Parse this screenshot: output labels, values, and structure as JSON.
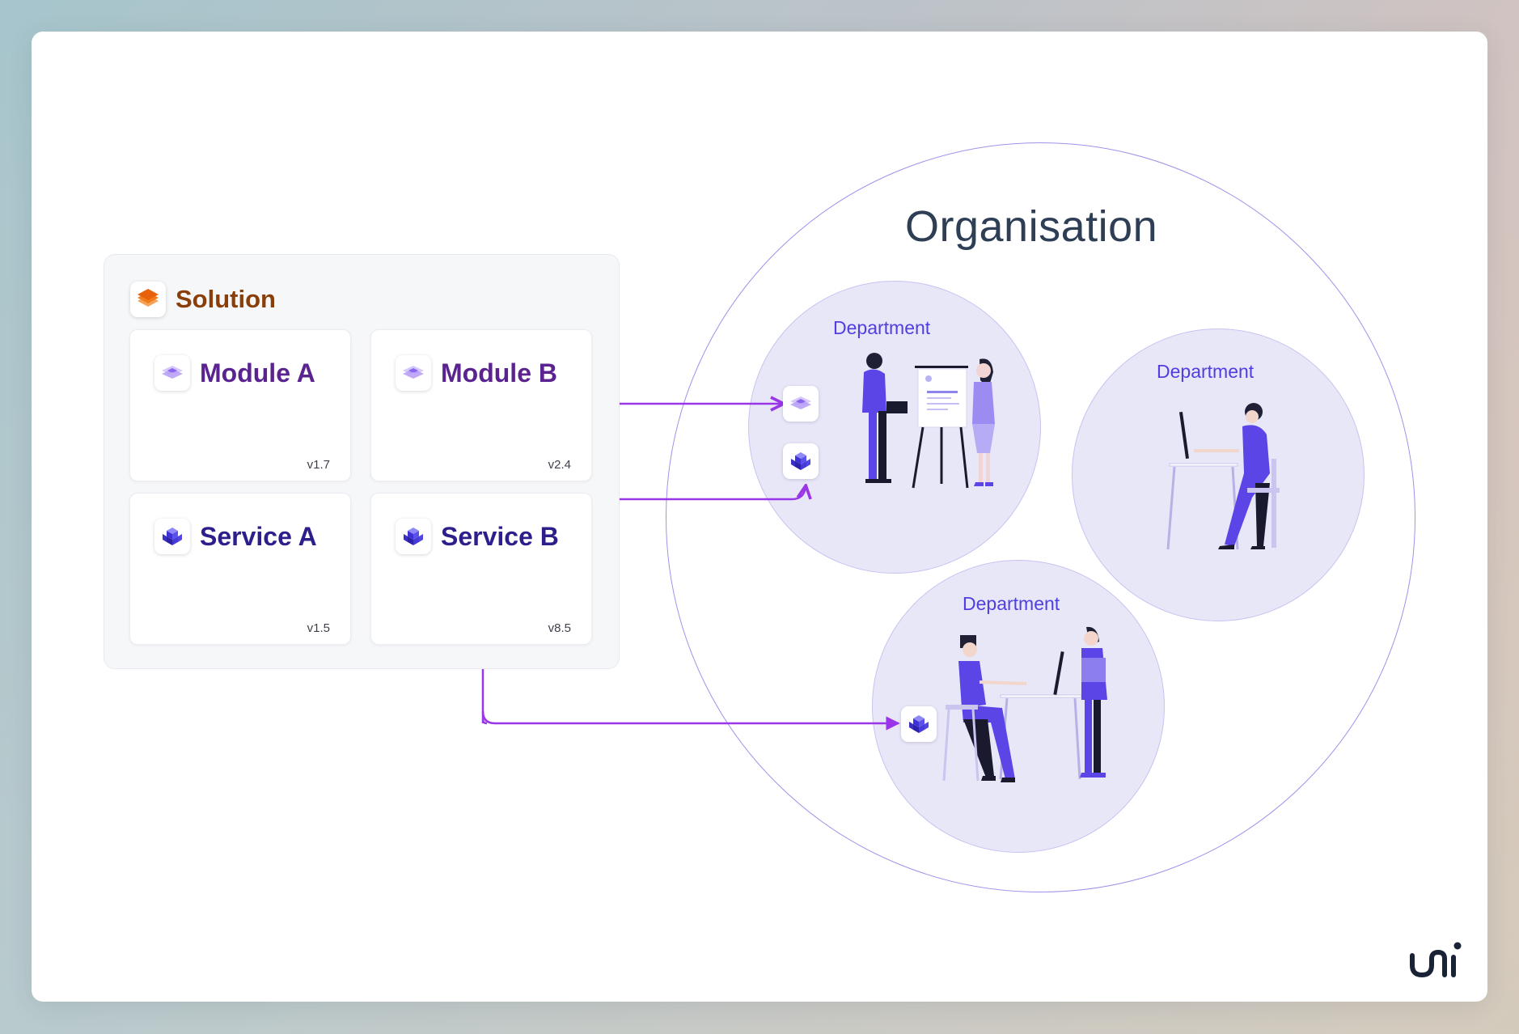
{
  "solution": {
    "title": "Solution",
    "icon": "layers-icon",
    "icon_color": "#f07d1c"
  },
  "cards": [
    {
      "name": "Module A",
      "version": "v1.7",
      "kind": "module",
      "icon": "module-grid-icon"
    },
    {
      "name": "Module B",
      "version": "v2.4",
      "kind": "module",
      "icon": "module-grid-icon"
    },
    {
      "name": "Service A",
      "version": "v1.5",
      "kind": "service",
      "icon": "service-cubes-icon"
    },
    {
      "name": "Service B",
      "version": "v8.5",
      "kind": "service",
      "icon": "service-cubes-icon"
    }
  ],
  "organisation": {
    "title": "Organisation",
    "departments": [
      {
        "label": "Department",
        "illustration": "people-at-whiteboard",
        "deployed": [
          "Module B",
          "Service A"
        ]
      },
      {
        "label": "Department",
        "illustration": "person-at-computer",
        "deployed": []
      },
      {
        "label": "Department",
        "illustration": "people-at-desk",
        "deployed": [
          "Service B"
        ]
      }
    ]
  },
  "colors": {
    "connector": "#9a35e8",
    "module_text": "#5b2390",
    "service_text": "#2c1f8c",
    "solution_text": "#8a3f0a",
    "department_fill": "#e8e7f8",
    "department_text": "#4f3ee0",
    "organisation_text": "#2e3e55"
  },
  "brand": {
    "logo": "uni-logo"
  }
}
